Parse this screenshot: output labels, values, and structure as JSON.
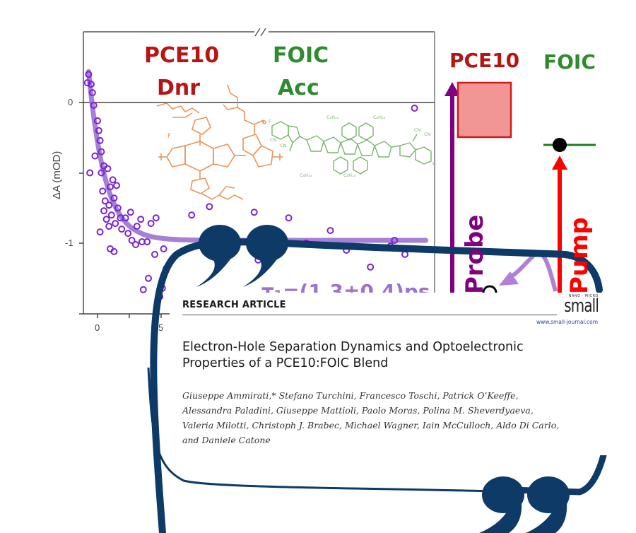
{
  "graphic": {
    "donor_name": "PCE10",
    "donor_role": "Dnr",
    "acceptor_name": "FOIC",
    "acceptor_role": "Acc",
    "energy_diagram": {
      "donor_label": "PCE10",
      "acceptor_label": "FOIC",
      "probe_label": "Probe",
      "pump_label": "Pump"
    },
    "time_constant_label": "τ₁=(1.3±0.4)ps",
    "colors": {
      "donor": "#b81414",
      "acceptor": "#2e8b2e",
      "probe_arrow": "#800080",
      "pump_arrow": "#ff0000",
      "data_points": "#7a22d9",
      "fit_curve": "#9b72cf",
      "quote_marks": "#0d3a66",
      "donor_structure": "#e8955a",
      "acceptor_structure": "#7ab36b"
    }
  },
  "chart_data": {
    "type": "scatter",
    "title": "",
    "xlabel": "",
    "ylabel": "ΔA (mOD)",
    "xlim": [
      -1,
      35
    ],
    "ylim": [
      -1.5,
      0.5
    ],
    "axis_break": true,
    "x_ticks": [
      "0",
      "5"
    ],
    "y_ticks": [
      "0",
      "-1"
    ],
    "fit": {
      "model": "exponential",
      "tau_ps": 1.3,
      "tau_err_ps": 0.4,
      "offset": -0.98,
      "amplitude": 1.2
    },
    "points": [
      {
        "x": -0.8,
        "y": 0.14
      },
      {
        "x": -0.7,
        "y": 0.2
      },
      {
        "x": -0.5,
        "y": 0.13
      },
      {
        "x": -0.4,
        "y": 0.07
      },
      {
        "x": -0.3,
        "y": -0.02
      },
      {
        "x": 0.0,
        "y": -0.13
      },
      {
        "x": 0.1,
        "y": -0.2
      },
      {
        "x": 0.2,
        "y": -0.27
      },
      {
        "x": -0.2,
        "y": -0.38
      },
      {
        "x": 0.3,
        "y": -0.35
      },
      {
        "x": 0.5,
        "y": -0.45
      },
      {
        "x": 0.3,
        "y": -0.5
      },
      {
        "x": 0.8,
        "y": -0.47
      },
      {
        "x": 1.0,
        "y": -0.6
      },
      {
        "x": 0.4,
        "y": -0.63
      },
      {
        "x": 1.2,
        "y": -0.55
      },
      {
        "x": 1.5,
        "y": -0.59
      },
      {
        "x": 1.3,
        "y": -0.68
      },
      {
        "x": -0.6,
        "y": -0.5
      },
      {
        "x": 0.6,
        "y": -0.7
      },
      {
        "x": 0.9,
        "y": -0.73
      },
      {
        "x": 1.1,
        "y": -0.8
      },
      {
        "x": 0.5,
        "y": -0.77
      },
      {
        "x": 0.7,
        "y": -0.83
      },
      {
        "x": 1.6,
        "y": -0.75
      },
      {
        "x": 1.8,
        "y": -0.82
      },
      {
        "x": 2.2,
        "y": -0.82
      },
      {
        "x": 2.6,
        "y": -0.78
      },
      {
        "x": 3.1,
        "y": -0.88
      },
      {
        "x": 3.4,
        "y": -0.83
      },
      {
        "x": 0.2,
        "y": -0.92
      },
      {
        "x": 0.9,
        "y": -0.88
      },
      {
        "x": 1.4,
        "y": -0.86
      },
      {
        "x": 1.9,
        "y": -0.9
      },
      {
        "x": 2.4,
        "y": -0.93
      },
      {
        "x": 4.2,
        "y": -0.86
      },
      {
        "x": 4.6,
        "y": -0.82
      },
      {
        "x": 1.0,
        "y": -1.04
      },
      {
        "x": 1.3,
        "y": -1.06
      },
      {
        "x": 2.7,
        "y": -0.98
      },
      {
        "x": 3.0,
        "y": -1.01
      },
      {
        "x": 3.5,
        "y": -0.99
      },
      {
        "x": 3.9,
        "y": -0.99
      },
      {
        "x": 4.5,
        "y": -1.08
      },
      {
        "x": 5.2,
        "y": -1.04
      },
      {
        "x": 4.0,
        "y": -1.25
      },
      {
        "x": 5.1,
        "y": -1.32
      },
      {
        "x": 4.9,
        "y": -1.38
      },
      {
        "x": 3.6,
        "y": -1.33
      },
      {
        "x": 5.4,
        "y": -1.18
      },
      {
        "x": 7.4,
        "y": -0.8
      },
      {
        "x": 8.8,
        "y": -0.74
      },
      {
        "x": 12.5,
        "y": -0.78
      },
      {
        "x": 13.0,
        "y": -1.12
      },
      {
        "x": 16.8,
        "y": -0.82
      },
      {
        "x": 19.0,
        "y": -1.0
      },
      {
        "x": 22.0,
        "y": -0.91
      },
      {
        "x": 24.0,
        "y": -1.05
      },
      {
        "x": 27.0,
        "y": -1.17
      },
      {
        "x": 29.5,
        "y": -1.02
      },
      {
        "x": 30.0,
        "y": -0.98
      },
      {
        "x": 31.3,
        "y": -1.08
      },
      {
        "x": 32.5,
        "y": -0.04
      }
    ]
  },
  "article": {
    "section_label": "RESEARCH ARTICLE",
    "journal_tagline": "NANO · MICRO",
    "journal_name": "small",
    "journal_url": "www.small-journal.com",
    "title_line1": "Electron-Hole Separation Dynamics and Optoelectronic",
    "title_line2": "Properties of a PCE10:FOIC Blend",
    "authors_line1": "Giuseppe Ammirati,* Stefano Turchini, Francesco Toschi, Patrick O’Keeffe,",
    "authors_line2": "Alessandra Paladini, Giuseppe Mattioli, Paolo Moras, Polina M. Sheverdyaeva,",
    "authors_line3": "Valeria Milotti, Christoph J. Brabec, Michael Wagner, Iain McCulloch, Aldo Di Carlo,",
    "authors_line4": "and Daniele Catone"
  }
}
